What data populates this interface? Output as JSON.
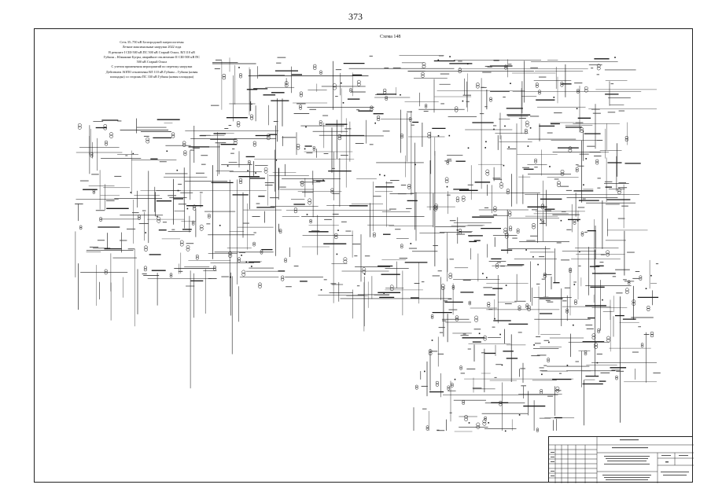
{
  "page": {
    "number": "373"
  },
  "diagram": {
    "scheme_label": "Схема 148",
    "caption_lines": [
      "Сеть 35–750 кВ Белгородской энергосистемы",
      "Летние максимальные нагрузки 2022 года",
      "В ремонте I СШ-500 кВ ПС 500 кВ Старый Оскол, ВЛ 110 кВ",
      "Губкин – Южнкине Бугры, аварийное отключение II СШ-500 кВ ПС",
      "500 кВ Старый Оскол",
      "С учетом применения мероприятий по перетоку нагрузки",
      "Действием АОПО отключены ВЛ 110 кВ Губкин – Губкин (новая",
      "площадка) со стороны ПС 330 кВ Губкин (новая площадка)"
    ]
  },
  "title_block": {
    "header": "",
    "subtitle": "",
    "org_text": "",
    "doc_code": ""
  },
  "colors": {
    "ink": "#1a1a1a",
    "paper": "#ffffff"
  }
}
